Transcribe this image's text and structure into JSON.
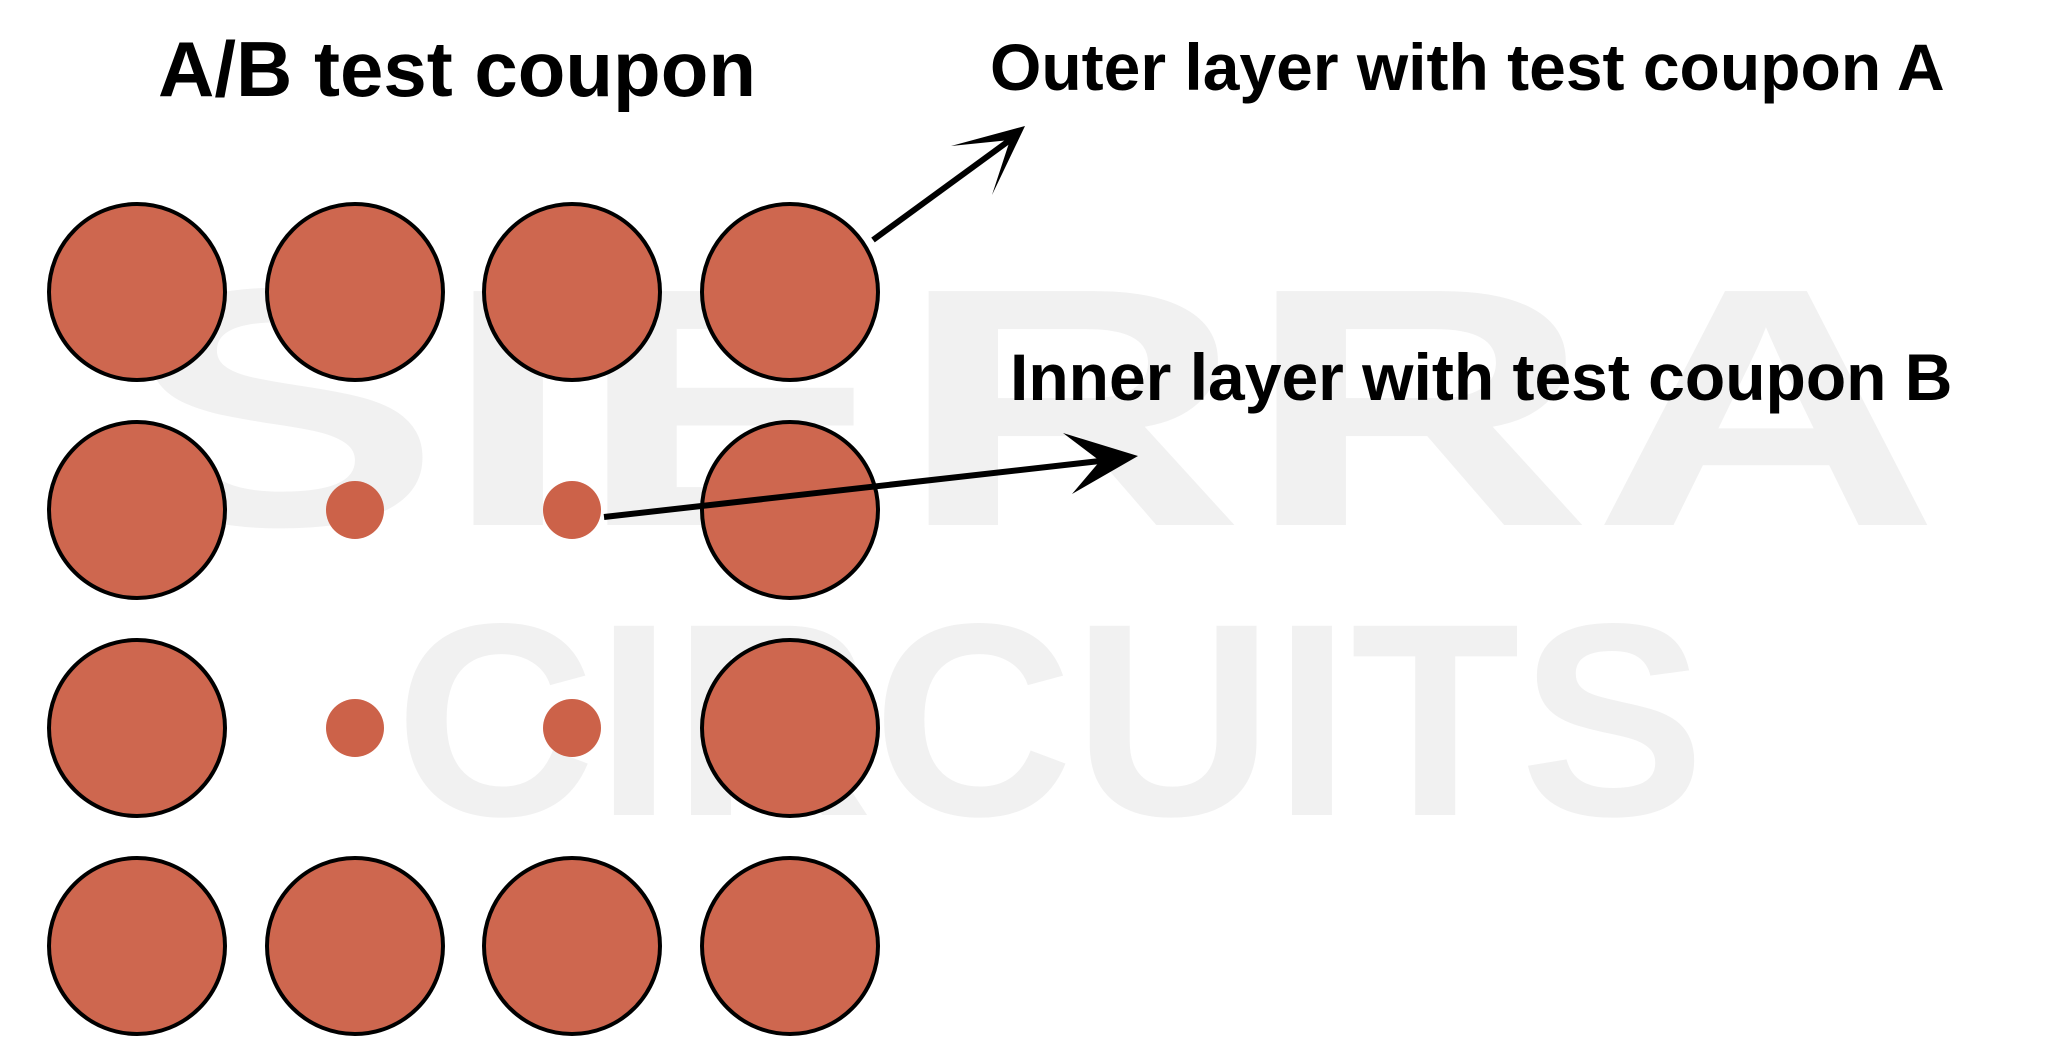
{
  "watermark": {
    "line1": "SIERRA",
    "line2": "CIRCUITS",
    "color": "#f1f1f1"
  },
  "title": "A/B test coupon",
  "callouts": {
    "outer": "Outer layer with test coupon A",
    "inner": "Inner layer with test coupon B"
  },
  "colors": {
    "pad": "#cc6249",
    "outline": "#000000",
    "arrow": "#000000"
  },
  "grid": {
    "rows": 4,
    "cols": 4,
    "large_pad_ring": "outer",
    "small_pad_positions": [
      [
        1,
        1
      ],
      [
        1,
        2
      ],
      [
        2,
        1
      ],
      [
        2,
        2
      ]
    ]
  }
}
